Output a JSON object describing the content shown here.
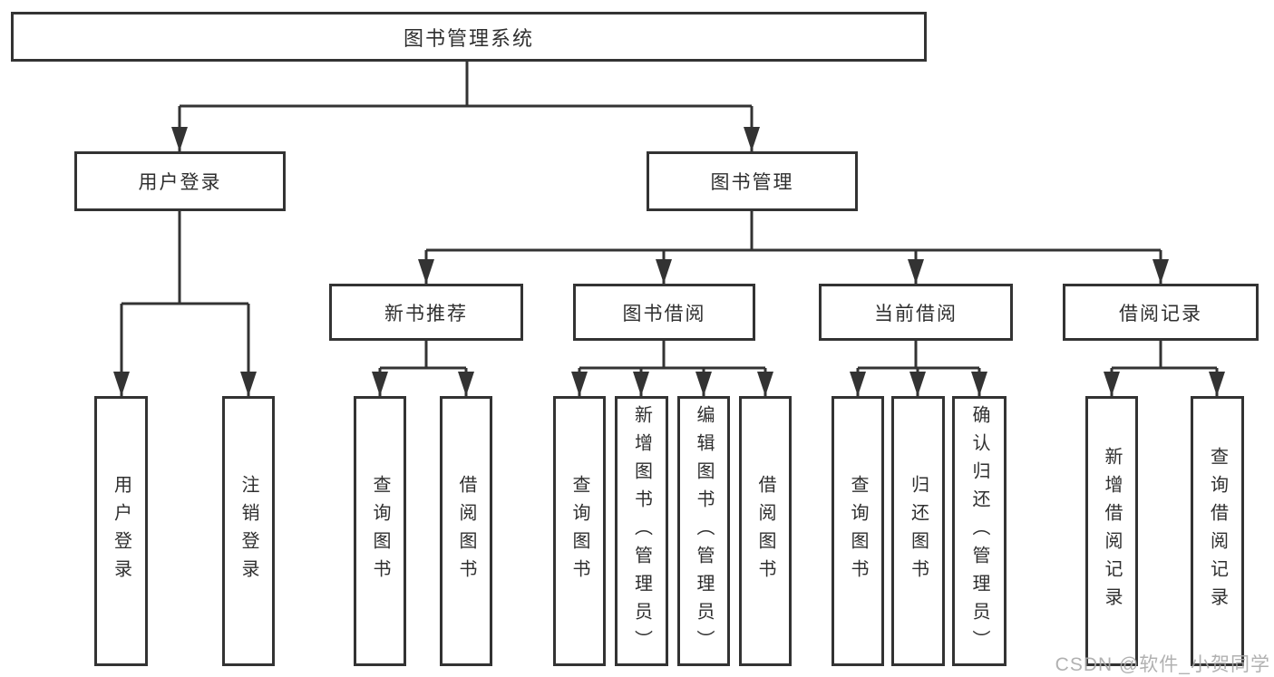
{
  "nodes": {
    "root": {
      "label": "图书管理系统"
    },
    "user_login": {
      "label": "用户登录"
    },
    "book_mgmt": {
      "label": "图书管理"
    },
    "new_book_rec": {
      "label": "新书推荐"
    },
    "book_borrow": {
      "label": "图书借阅"
    },
    "current_borrow": {
      "label": "当前借阅"
    },
    "borrow_record": {
      "label": "借阅记录"
    },
    "leaf_user_login": {
      "label": "用户登录"
    },
    "leaf_logout": {
      "label": "注销登录"
    },
    "leaf_query_book_1": {
      "label": "查询图书"
    },
    "leaf_borrow_book_1": {
      "label": "借阅图书"
    },
    "leaf_query_book_2": {
      "label": "查询图书"
    },
    "leaf_add_book": {
      "label": "新增图书（管理员）"
    },
    "leaf_edit_book": {
      "label": "编辑图书（管理员）"
    },
    "leaf_borrow_book_2": {
      "label": "借阅图书"
    },
    "leaf_query_book_3": {
      "label": "查询图书"
    },
    "leaf_return_book": {
      "label": "归还图书"
    },
    "leaf_confirm_return": {
      "label": "确认归还（管理员）"
    },
    "leaf_add_record": {
      "label": "新增借阅记录"
    },
    "leaf_query_record": {
      "label": "查询借阅记录"
    }
  },
  "hierarchy": {
    "图书管理系统": {
      "用户登录": [
        "用户登录",
        "注销登录"
      ],
      "图书管理": {
        "新书推荐": [
          "查询图书",
          "借阅图书"
        ],
        "图书借阅": [
          "查询图书",
          "新增图书（管理员）",
          "编辑图书（管理员）",
          "借阅图书"
        ],
        "当前借阅": [
          "查询图书",
          "归还图书",
          "确认归还（管理员）"
        ],
        "借阅记录": [
          "新增借阅记录",
          "查询借阅记录"
        ]
      }
    }
  },
  "watermark": {
    "text": "CSDN @软件_小贺同学",
    "color": "#a9a9a9"
  },
  "colors": {
    "line": "#333333",
    "box_border": "#333333",
    "box_fill": "#ffffff",
    "text": "#2f2f2f",
    "background": "#ffffff"
  }
}
